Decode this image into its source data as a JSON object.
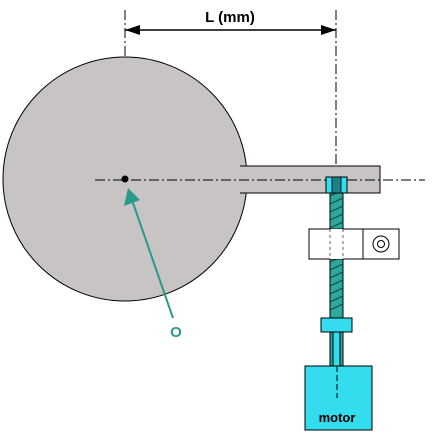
{
  "labels": {
    "dimension": "L (mm)",
    "origin": "O",
    "motor": "motor"
  },
  "colors": {
    "disk_fill": "#c8c4c4",
    "arm_fill": "#c8c4c4",
    "outline": "#000000",
    "teal": "#2a9a8a",
    "cyan": "#33ddee",
    "bracket_fill": "#ffffff"
  }
}
